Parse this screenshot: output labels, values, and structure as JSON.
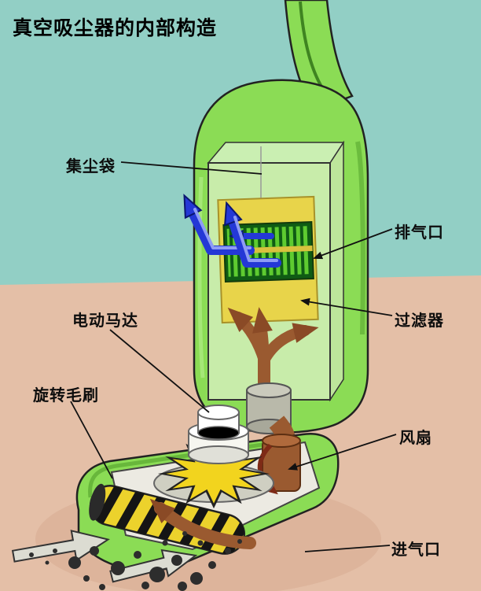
{
  "title": "真空吸尘器的内部构造",
  "labels": {
    "dust_bag": "集尘袋",
    "exhaust_port": "排气口",
    "filter": "过滤器",
    "motor": "电动马达",
    "rotating_brush": "旋转毛刷",
    "fan": "风扇",
    "air_intake": "进气口"
  },
  "colors": {
    "wall": "#92cfc5",
    "floor": "#e4bfa7",
    "floor_shadow": "#d6a98f",
    "body_green": "#8bdc55",
    "body_green_dark": "#5fae35",
    "outline": "#222222",
    "filter_yellow": "#e8d44a",
    "grille_dark": "#0f5c14",
    "grille_light": "#5ecb30",
    "airflow_brown": "#9a5a30",
    "airflow_brown_dark": "#8a4a26",
    "exhaust_blue": "#2438d6",
    "exhaust_blue_light": "#8e9cf5",
    "fan_yellow": "#f2d41e",
    "brush_yellow": "#ecd22c",
    "motor_white": "#f6f6f0",
    "dust_gray": "#dcdcd2",
    "rotation_red": "#7e2a16"
  }
}
